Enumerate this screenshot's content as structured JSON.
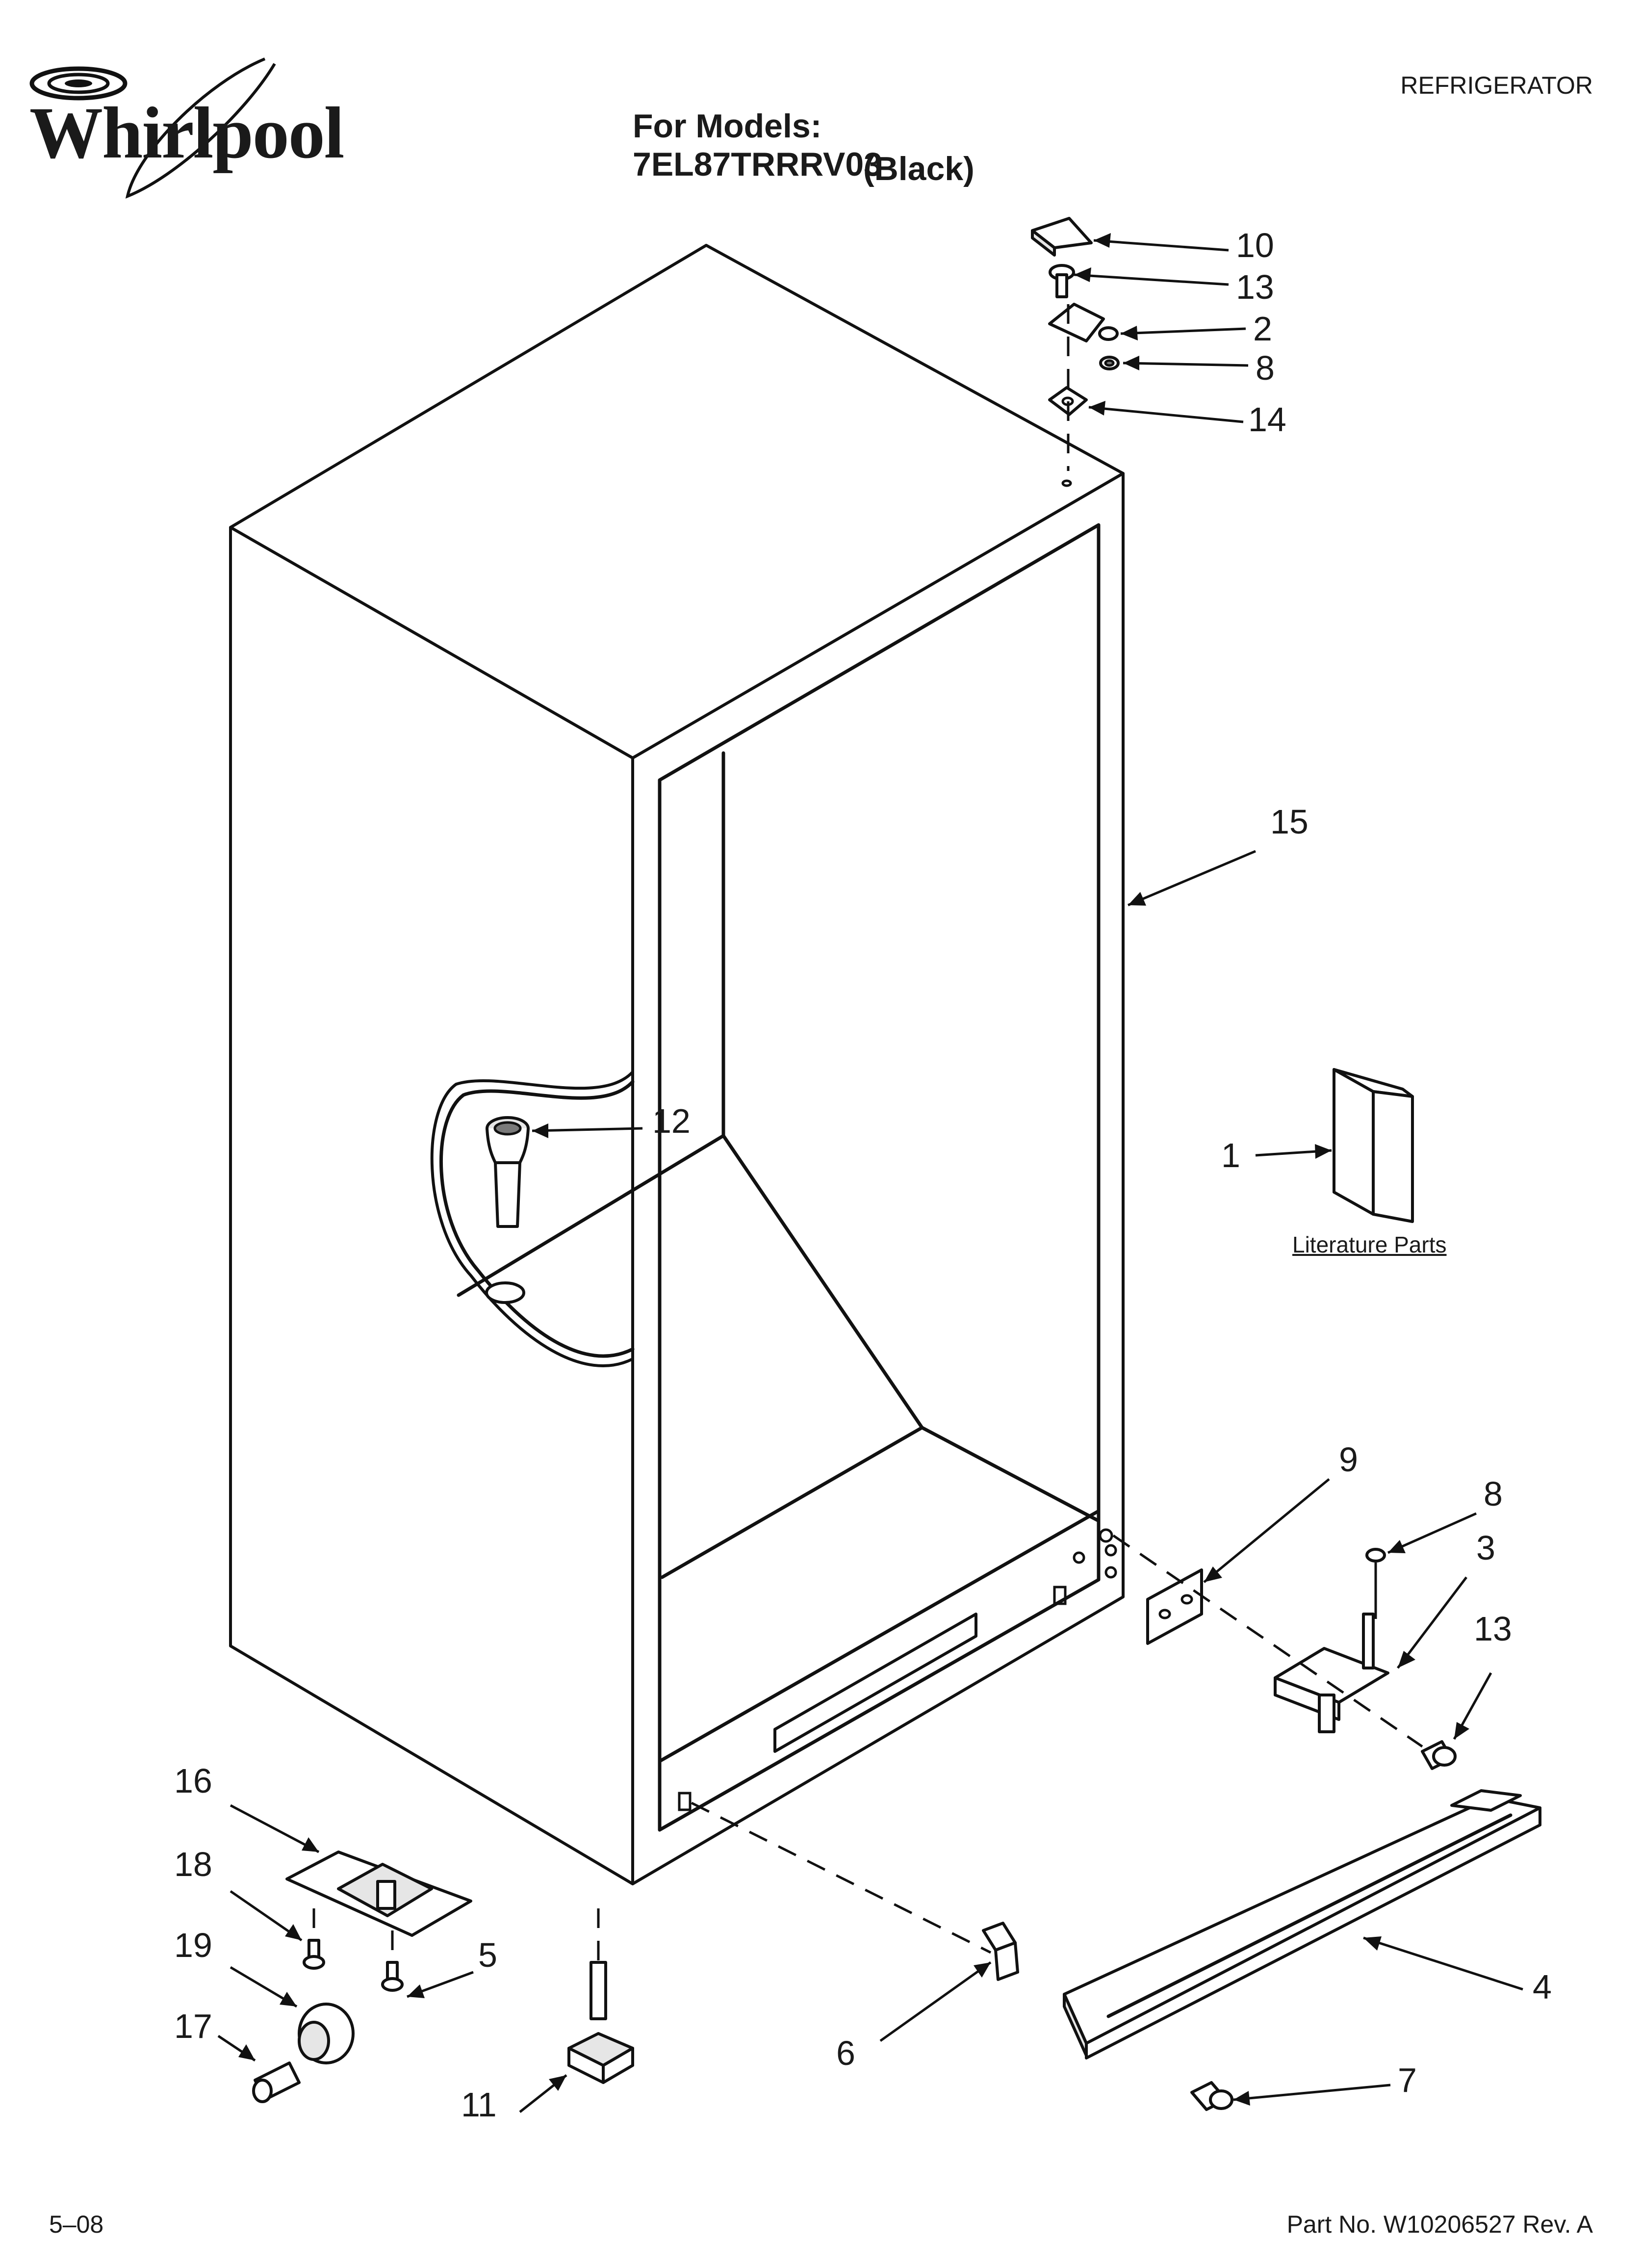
{
  "header": {
    "brand": "Whirlpool",
    "category": "REFRIGERATOR",
    "models_line": "For Models: 7EL87TRRRV03",
    "color_line": "(Black)"
  },
  "callouts": {
    "c1": "1",
    "c2": "2",
    "c3": "3",
    "c4": "4",
    "c5": "5",
    "c6": "6",
    "c7": "7",
    "c8_top": "8",
    "c8_bottom": "8",
    "c9": "9",
    "c10": "10",
    "c11": "11",
    "c12": "12",
    "c13_top": "13",
    "c13_bottom": "13",
    "c14": "14",
    "c15": "15",
    "c16": "16",
    "c17": "17",
    "c18": "18",
    "c19": "19"
  },
  "literature_label": "Literature Parts",
  "footer": {
    "date": "5–08",
    "part_number": "Part No. W10206527 Rev. A"
  },
  "icons": {
    "brand_swirl": "whirlpool-swirl-logo-icon"
  }
}
